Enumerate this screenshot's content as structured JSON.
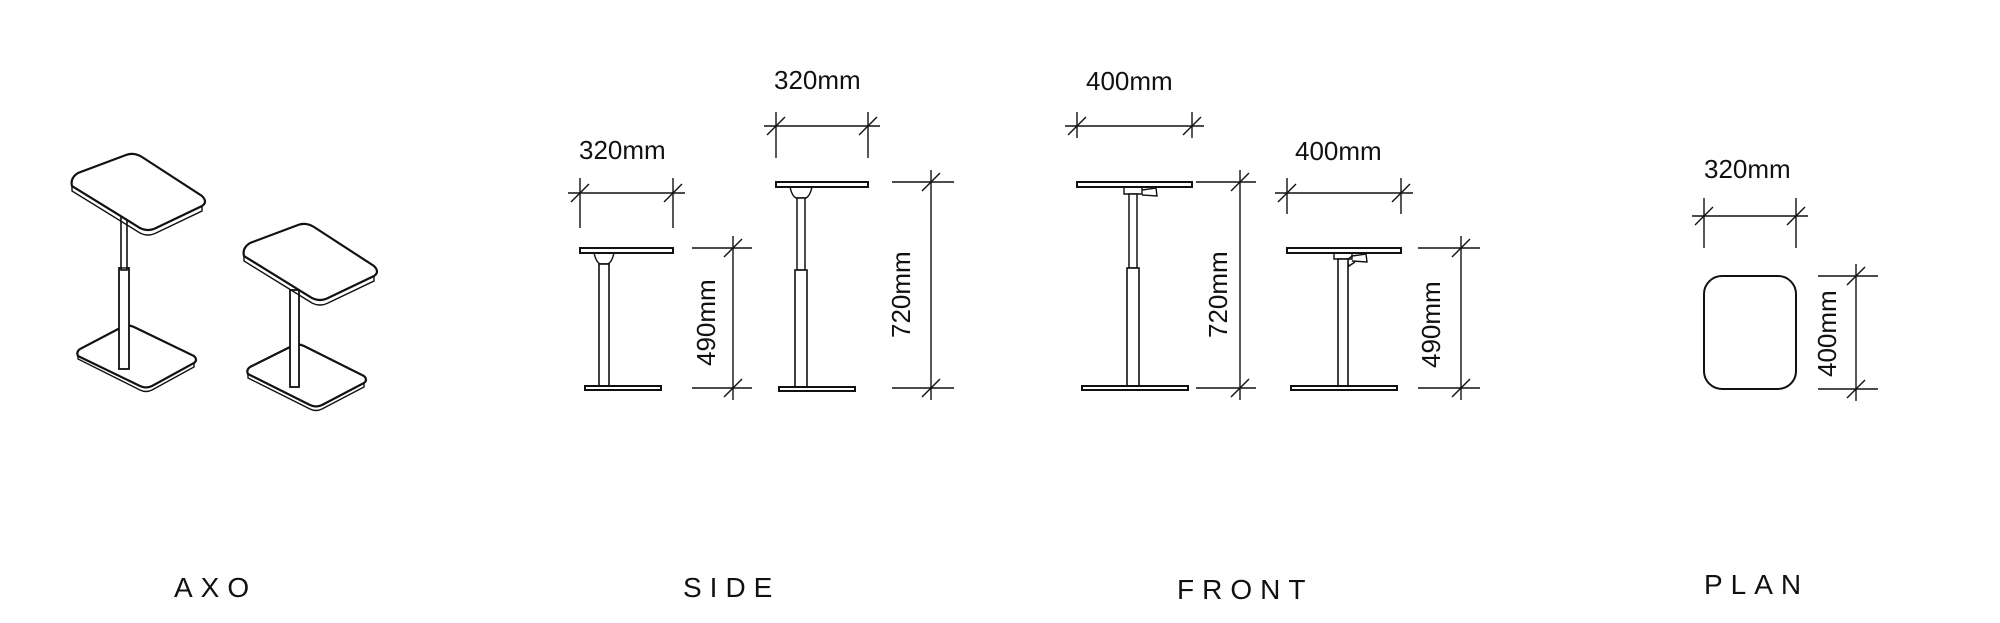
{
  "views": [
    {
      "id": "axo",
      "label": "AXO"
    },
    {
      "id": "side",
      "label": "SIDE"
    },
    {
      "id": "front",
      "label": "FRONT"
    },
    {
      "id": "plan",
      "label": "PLAN"
    }
  ],
  "dimensions": {
    "side_low_width": "320mm",
    "side_low_height": "490mm",
    "side_high_width": "320mm",
    "side_high_height": "720mm",
    "front_high_width": "400mm",
    "front_high_height": "720mm",
    "front_low_width": "400mm",
    "front_low_height": "490mm",
    "plan_width": "320mm",
    "plan_depth": "400mm"
  }
}
